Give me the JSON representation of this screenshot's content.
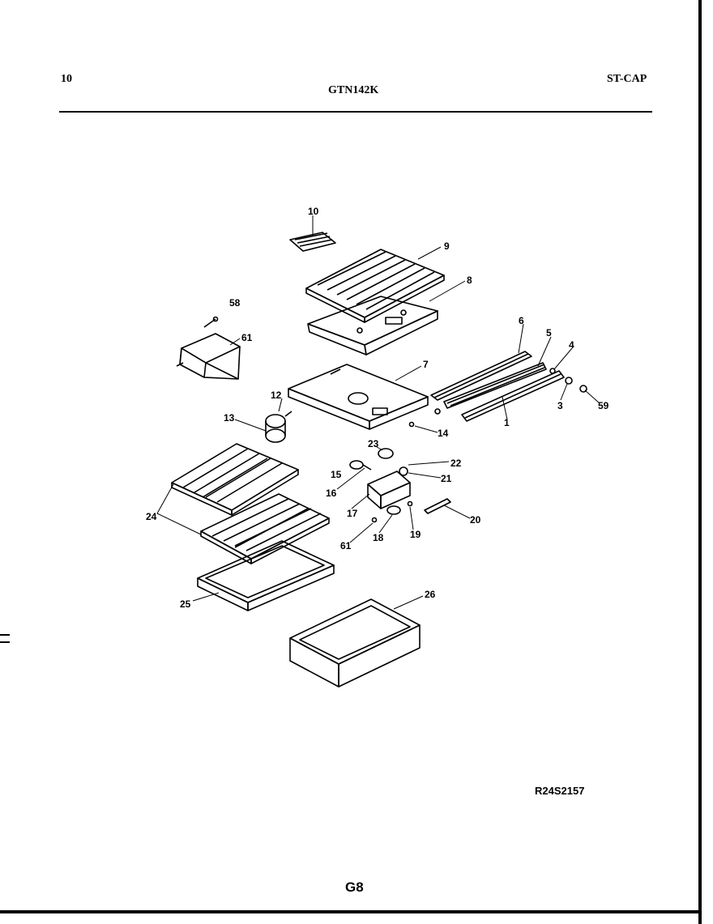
{
  "header": {
    "page_number": "10",
    "model": "GTN142K",
    "section": "ST-CAP"
  },
  "diagram": {
    "part_labels": [
      "10",
      "9",
      "8",
      "58",
      "61",
      "7",
      "6",
      "5",
      "4",
      "3",
      "59",
      "1",
      "12",
      "13",
      "14",
      "23",
      "22",
      "15",
      "21",
      "16",
      "17",
      "20",
      "61",
      "18",
      "19",
      "24",
      "25",
      "26"
    ]
  },
  "footer": {
    "reference": "R24S2157",
    "page_code": "G8"
  }
}
